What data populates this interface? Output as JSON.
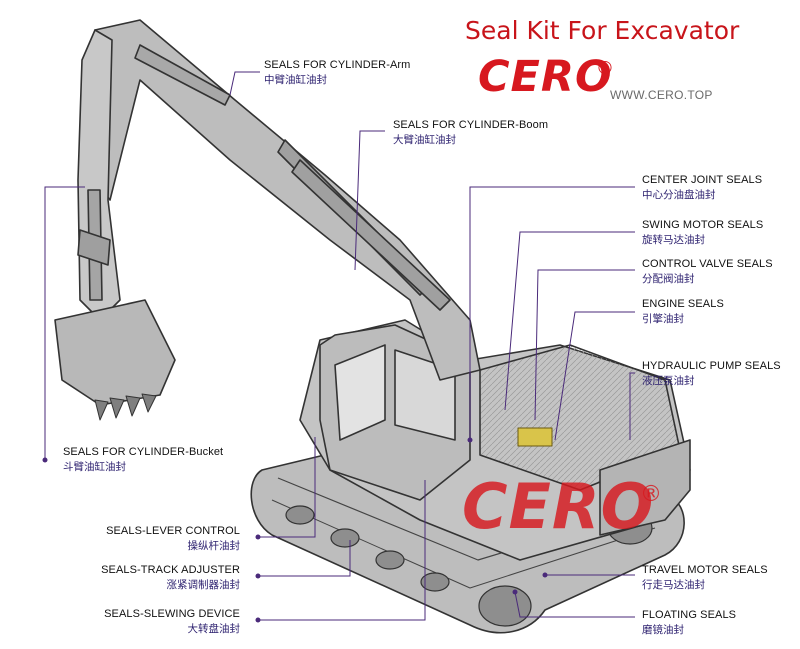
{
  "header": {
    "title": "Seal Kit For Excavator",
    "brand": "CERO",
    "registered": "®",
    "website": "WWW.CERO.TOP"
  },
  "watermark": {
    "text": "CERO",
    "registered": "®"
  },
  "colors": {
    "brand_red": "#d7181f",
    "leader_line": "#4a2a7a",
    "chinese_text": "#2b1f6e"
  },
  "labels": {
    "arm": {
      "en": "SEALS FOR CYLINDER-Arm",
      "zh": "中臂油缸油封"
    },
    "boom": {
      "en": "SEALS FOR CYLINDER-Boom",
      "zh": "大臂油缸油封"
    },
    "bucket": {
      "en": "SEALS FOR CYLINDER-Bucket",
      "zh": "斗臂油缸油封"
    },
    "center_joint": {
      "en": "CENTER JOINT SEALS",
      "zh": "中心分油盘油封"
    },
    "swing_motor": {
      "en": "SWING MOTOR SEALS",
      "zh": "旋转马达油封"
    },
    "control_valve": {
      "en": "CONTROL VALVE SEALS",
      "zh": "分配阀油封"
    },
    "engine": {
      "en": "ENGINE SEALS",
      "zh": "引擎油封"
    },
    "hydraulic_pump": {
      "en": "HYDRAULIC PUMP SEALS",
      "zh": "液压泵油封"
    },
    "lever_control": {
      "en": "SEALS-LEVER CONTROL",
      "zh": "操纵杆油封"
    },
    "track_adjuster": {
      "en": "SEALS-TRACK ADJUSTER",
      "zh": "涨紧调制器油封"
    },
    "slewing_device": {
      "en": "SEALS-SLEWING DEVICE",
      "zh": "大转盘油封"
    },
    "travel_motor": {
      "en": "TRAVEL MOTOR SEALS",
      "zh": "行走马达油封"
    },
    "floating": {
      "en": "FLOATING SEALS",
      "zh": "磨镜油封"
    }
  }
}
